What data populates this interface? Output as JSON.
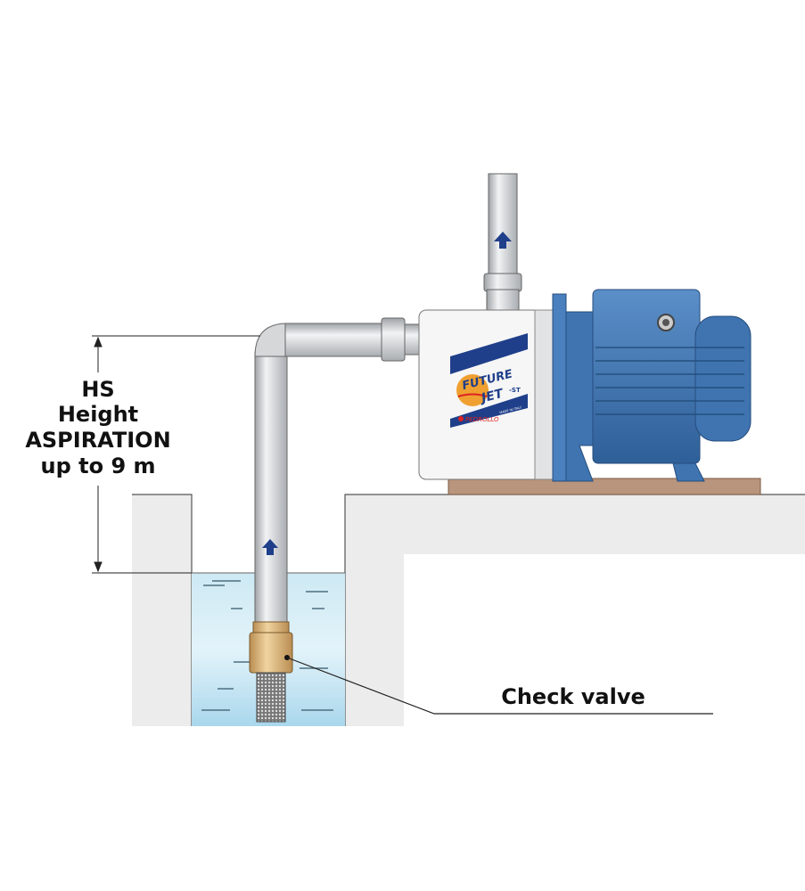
{
  "labels": {
    "hs": "HS",
    "height": "Height",
    "aspiration": "ASPIRATION",
    "up_to": "up to 9 m",
    "check_valve": "Check valve"
  },
  "pump_logo": {
    "line1": "FUTURE",
    "line2": "JET",
    "suffix": "-ST",
    "made_in": "MADE IN ITALY",
    "brand": "PEDROLLO"
  },
  "colors": {
    "water": "#bfe3f2",
    "wall": "#ececec",
    "motor": "#3f78b5",
    "pipe": "#d6d8da",
    "valve": "#d9b27a",
    "board": "#b8957c",
    "arrow": "#1f3f8a"
  }
}
